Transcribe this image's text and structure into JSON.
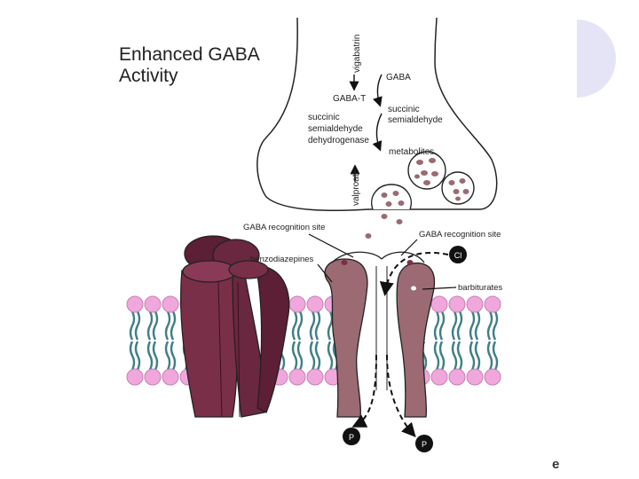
{
  "slide": {
    "title_line1": "Enhanced GABA",
    "title_line2": "Activity",
    "corner_mark": "e"
  },
  "diagram": {
    "presynaptic_labels": {
      "vigabatrin": "vigabatrin",
      "gaba": "GABA",
      "gaba_t": "GABA-T",
      "succinic_semialdehyde": [
        "succinic",
        "semialdehyde"
      ],
      "enzyme": [
        "succinic",
        "semialdehyde",
        "dehydrogenase"
      ],
      "metabolites": "metabolites",
      "valproate": "valproate"
    },
    "receptor_labels": {
      "gaba_site_left": "GABA recognition site",
      "gaba_site_right": "GABA recognition site",
      "benzodiazepines": "benzodiazepines",
      "barbiturates": "barbiturates",
      "chloride": "Cl",
      "p_left": "P",
      "p_right": "P"
    },
    "colors": {
      "protein": "#7a2f48",
      "protein_dark": "#5c1f35",
      "channel": "#9b6a72",
      "lipid_head": "#f0a8dc",
      "lipid_tail": "#3f7f86",
      "vesicle_dot": "#9a6a72",
      "accent_bar": "#e4e4f6"
    }
  }
}
